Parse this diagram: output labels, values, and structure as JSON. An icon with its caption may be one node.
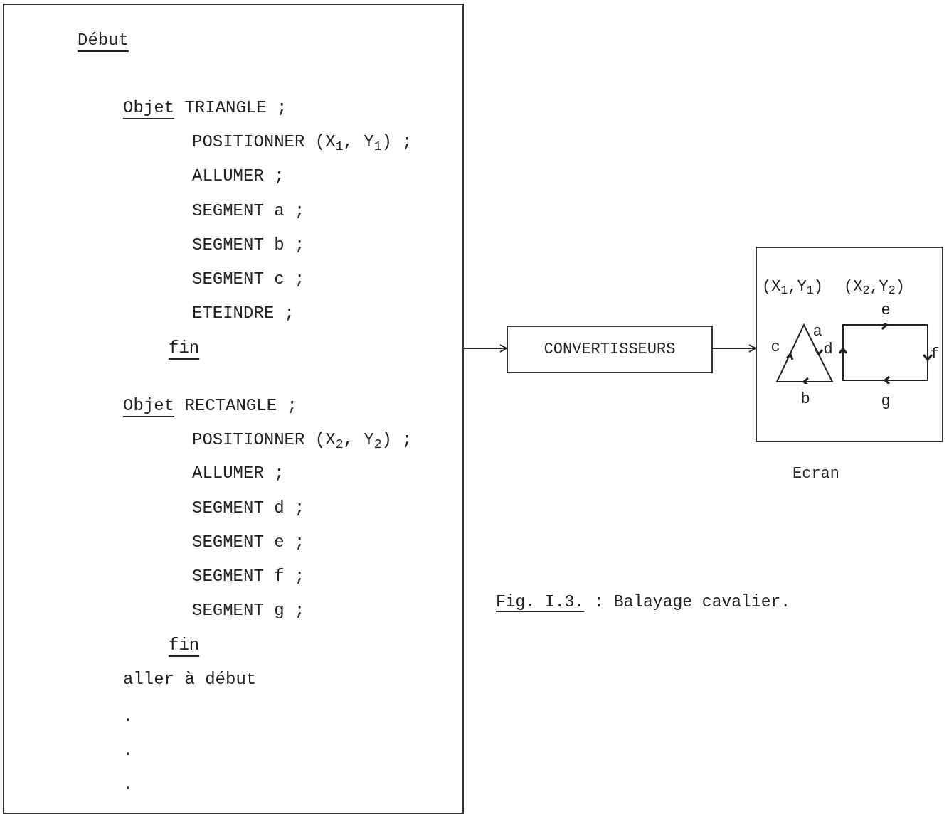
{
  "diagram": {
    "caption": "Fig. I.3. : Balayage cavalier.",
    "nodes": [
      {
        "text": [
          "Début",
          "Objet TRIANGLE ;",
          "POSITIONNER (X$_{1}$, Y$_{1}$) ;",
          "ALLUMER ;",
          "SEGMENT a ;",
          "SEGMENT b ;",
          "SEGMENT c ;",
          "ETEINDRE ;",
          "fin",
          "Objet RECTANGLE ;",
          "POSITIONNER (X$_{2}$, Y$_{2}$) ;",
          "ALLUMER ;",
          "SEGMENT d ;",
          "SEGMENT e ;",
          "SEGMENT f ;",
          "SEGMENT g ;",
          "fin",
          "aller à début",
          ".",
          ".",
          "."
        ]
      },
      {
        "text": [
          "CONVERTISSEURS"
        ]
      },
      {
        "text": [],
        "shape": "box",
        "beside": [
          "Ecran"
        ]
      }
    ],
    "edges": [
      {
        "from": 0,
        "to": 1,
        "arrow": "to"
      },
      {
        "from": 1,
        "to": 2,
        "arrow": "to"
      }
    ],
    "labels": [
      "(X$_{1}$,Y$_{1}$)",
      "(X$_{2}$,Y$_{2}$)",
      "e",
      "a",
      "c",
      "d",
      "f",
      "b",
      "g"
    ]
  }
}
